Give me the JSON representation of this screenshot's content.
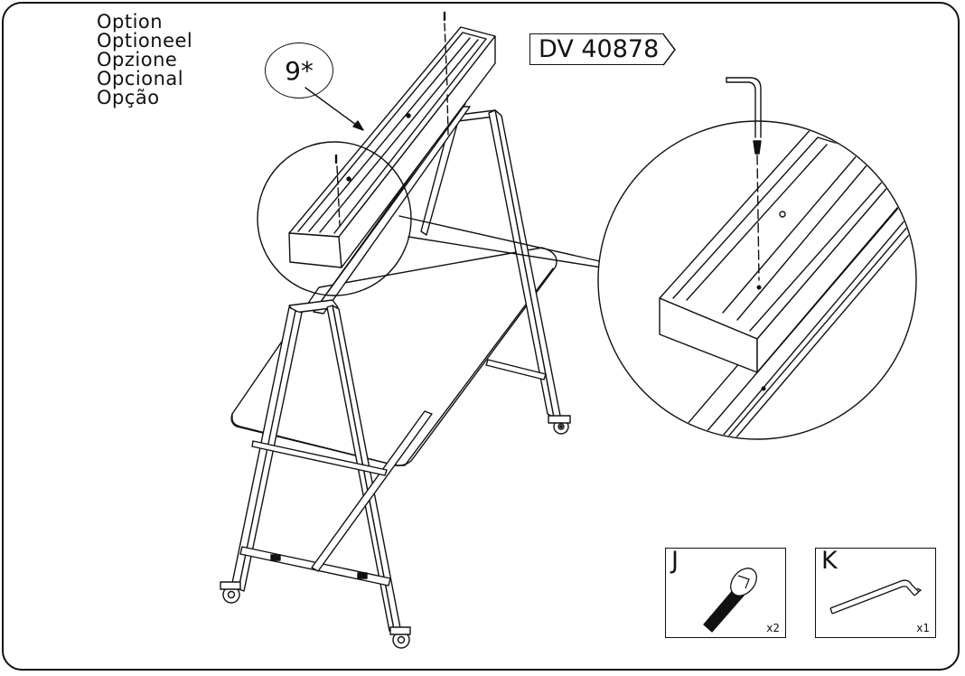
{
  "option_labels": [
    "Option",
    "Optioneel",
    "Opzione",
    "Opcional",
    "Opção"
  ],
  "part_number": "9*",
  "model_code": "DV 40878",
  "hardware": [
    {
      "letter": "J",
      "quantity": "x2",
      "icon": "bolt-icon"
    },
    {
      "letter": "K",
      "quantity": "x1",
      "icon": "allen-key-icon"
    }
  ]
}
